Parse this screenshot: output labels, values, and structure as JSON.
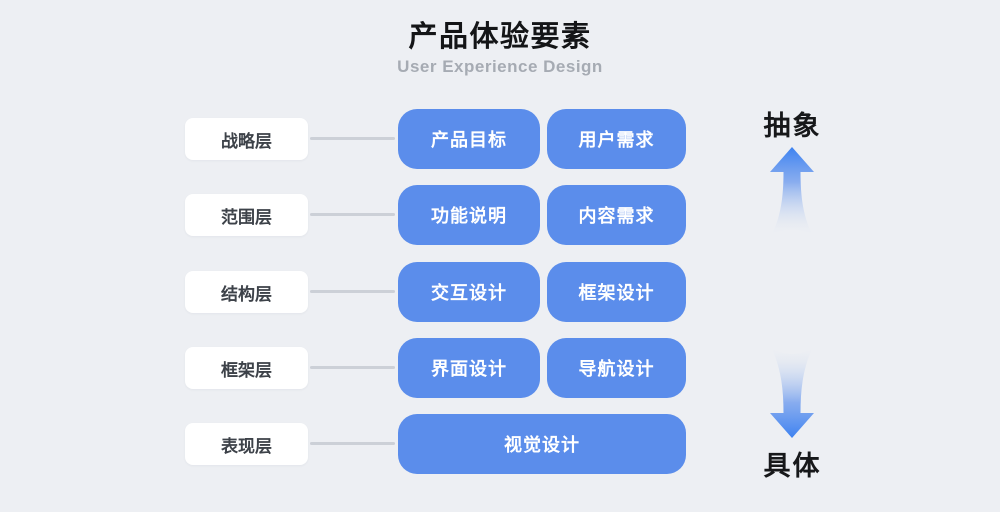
{
  "title": "产品体验要素",
  "subtitle": "User Experience Design",
  "rows": [
    {
      "layer": "战略层",
      "items": [
        "产品目标",
        "用户需求"
      ]
    },
    {
      "layer": "范围层",
      "items": [
        "功能说明",
        "内容需求"
      ]
    },
    {
      "layer": "结构层",
      "items": [
        "交互设计",
        "框架设计"
      ]
    },
    {
      "layer": "框架层",
      "items": [
        "界面设计",
        "导航设计"
      ]
    },
    {
      "layer": "表现层",
      "items": [
        "视觉设计"
      ]
    }
  ],
  "axis": {
    "top_label": "抽象",
    "bottom_label": "具体"
  },
  "icons": {
    "up_arrow": "gradient-up-arrow",
    "down_arrow": "gradient-down-arrow"
  },
  "colors": {
    "background": "#edeff3",
    "card_white": "#ffffff",
    "card_blue": "#5b8deb",
    "card_blue_text": "#ffffff",
    "layer_text": "#3d4249",
    "title_text": "#141517",
    "subtitle_text": "#a6abb3",
    "connector": "#ccd0d7",
    "axis_text": "#17181a",
    "arrow_strong": "#3d82f0"
  }
}
